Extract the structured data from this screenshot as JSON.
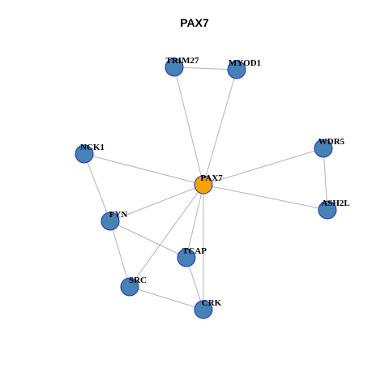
{
  "title": "PAX7",
  "colors": {
    "hub_fill": "#f5a300",
    "node_fill": "#4682b4",
    "node_stroke": "#1f2fc8",
    "edge": "#b3b3b3"
  },
  "nodes": [
    {
      "id": "PAX7",
      "label": "PAX7",
      "hub": true
    },
    {
      "id": "TRIM27",
      "label": "TRIM27"
    },
    {
      "id": "MYOD1",
      "label": "MYOD1"
    },
    {
      "id": "NCK1",
      "label": "NCK1"
    },
    {
      "id": "WDR5",
      "label": "WDR5"
    },
    {
      "id": "ASH2L",
      "label": "ASH2L"
    },
    {
      "id": "FYN",
      "label": "FYN"
    },
    {
      "id": "TCAP",
      "label": "TCAP"
    },
    {
      "id": "SRC",
      "label": "SRC"
    },
    {
      "id": "CRK",
      "label": "CRK"
    }
  ],
  "edges": [
    [
      "TRIM27",
      "MYOD1"
    ],
    [
      "TRIM27",
      "PAX7"
    ],
    [
      "MYOD1",
      "PAX7"
    ],
    [
      "NCK1",
      "PAX7"
    ],
    [
      "NCK1",
      "FYN"
    ],
    [
      "WDR5",
      "PAX7"
    ],
    [
      "WDR5",
      "ASH2L"
    ],
    [
      "PAX7",
      "ASH2L"
    ],
    [
      "PAX7",
      "FYN"
    ],
    [
      "PAX7",
      "TCAP"
    ],
    [
      "PAX7",
      "SRC"
    ],
    [
      "PAX7",
      "CRK"
    ],
    [
      "FYN",
      "TCAP"
    ],
    [
      "FYN",
      "SRC"
    ],
    [
      "TCAP",
      "CRK"
    ],
    [
      "SRC",
      "CRK"
    ]
  ]
}
